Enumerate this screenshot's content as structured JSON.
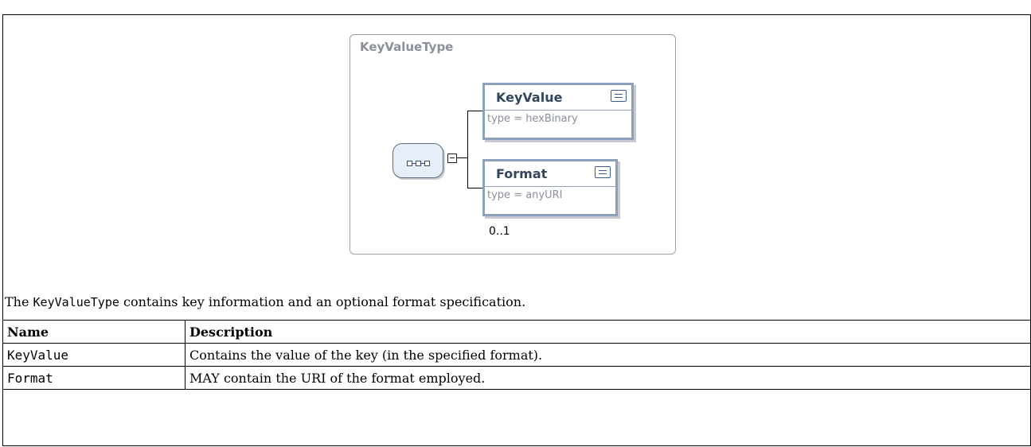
{
  "diagram": {
    "type_name": "KeyValueType",
    "compositor_icon": "sequence-icon",
    "elements": [
      {
        "name": "KeyValue",
        "type": "type = hexBinary",
        "icon": "element-doc-icon"
      },
      {
        "name": "Format",
        "type": "type = anyURI",
        "icon": "element-doc-icon",
        "occurs": "0..1"
      }
    ]
  },
  "description": {
    "prefix": "The ",
    "code": "KeyValueType",
    "suffix": " contains key information and an optional format specification."
  },
  "table": {
    "headers": [
      "Name",
      "Description"
    ],
    "rows": [
      {
        "name": "KeyValue",
        "description": "Contains the value of the key (in the specified format)."
      },
      {
        "name": "Format",
        "description": "MAY contain the URI of the format employed."
      }
    ]
  }
}
